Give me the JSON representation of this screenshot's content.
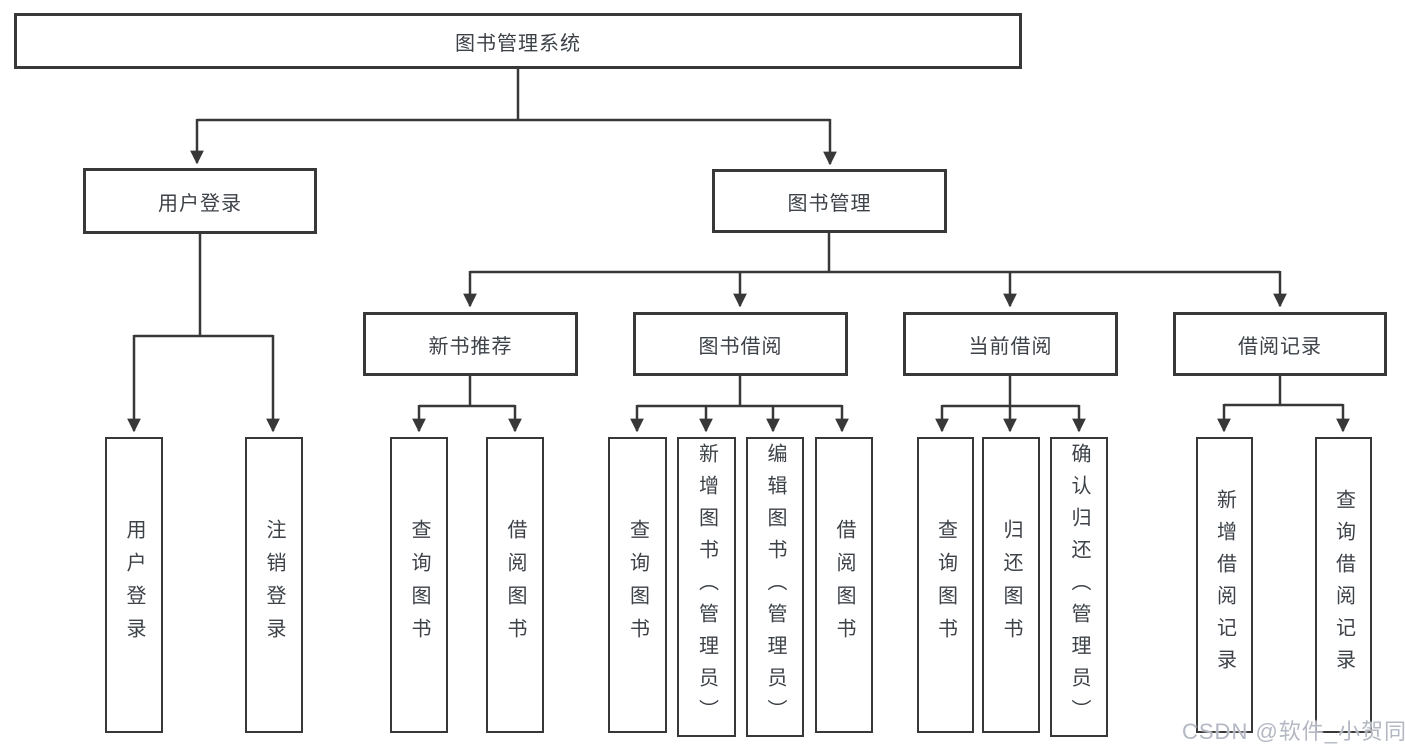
{
  "tree": {
    "root": {
      "label": "图书管理系统"
    },
    "branches": [
      {
        "label": "用户登录",
        "children": [
          {
            "label": "用户登录"
          },
          {
            "label": "注销登录"
          }
        ]
      },
      {
        "label": "图书管理",
        "children": [
          {
            "label": "新书推荐",
            "children": [
              {
                "label": "查询图书"
              },
              {
                "label": "借阅图书"
              }
            ]
          },
          {
            "label": "图书借阅",
            "children": [
              {
                "label": "查询图书"
              },
              {
                "label": "新增图书（管理员）"
              },
              {
                "label": "编辑图书（管理员）"
              },
              {
                "label": "借阅图书"
              }
            ]
          },
          {
            "label": "当前借阅",
            "children": [
              {
                "label": "查询图书"
              },
              {
                "label": "归还图书"
              },
              {
                "label": "确认归还（管理员）"
              }
            ]
          },
          {
            "label": "借阅记录",
            "children": [
              {
                "label": "新增借阅记录"
              },
              {
                "label": "查询借阅记录"
              }
            ]
          }
        ]
      }
    ]
  },
  "watermark": "CSDN @软件_小贺同学",
  "colors": {
    "line": "#383838",
    "box_border": "#383838",
    "text": "#3d4248",
    "watermark": "#b3b8c2",
    "background": "#ffffff"
  }
}
